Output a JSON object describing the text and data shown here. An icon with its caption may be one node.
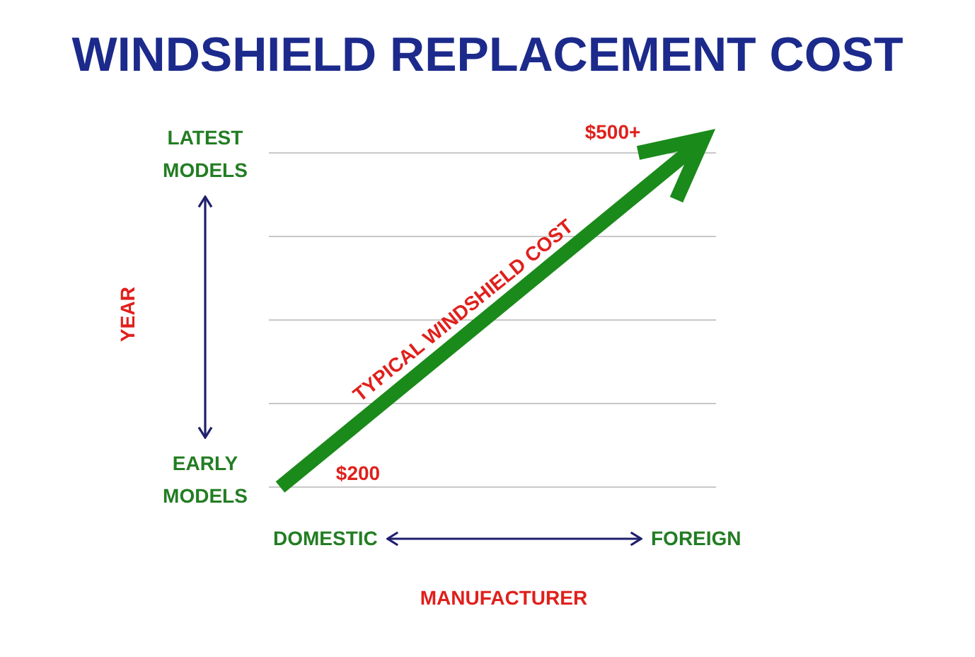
{
  "diagram": {
    "title": "WINDSHIELD REPLACEMENT COST",
    "nodes": [
      {
        "text": [
          "LATEST MODELS"
        ]
      },
      {
        "text": [
          "EARLY MODELS"
        ]
      },
      {
        "text": [
          "DOMESTIC"
        ]
      },
      {
        "text": [
          "FOREIGN"
        ]
      }
    ],
    "edges": [
      {
        "from": 0,
        "to": 1,
        "arrow": "both"
      },
      {
        "from": 2,
        "to": 3,
        "arrow": "both"
      }
    ],
    "labels": [
      "$500+",
      "YEAR",
      "TYPICAL WINDSHIELD COST",
      "$200",
      "MANUFACTURER"
    ]
  }
}
